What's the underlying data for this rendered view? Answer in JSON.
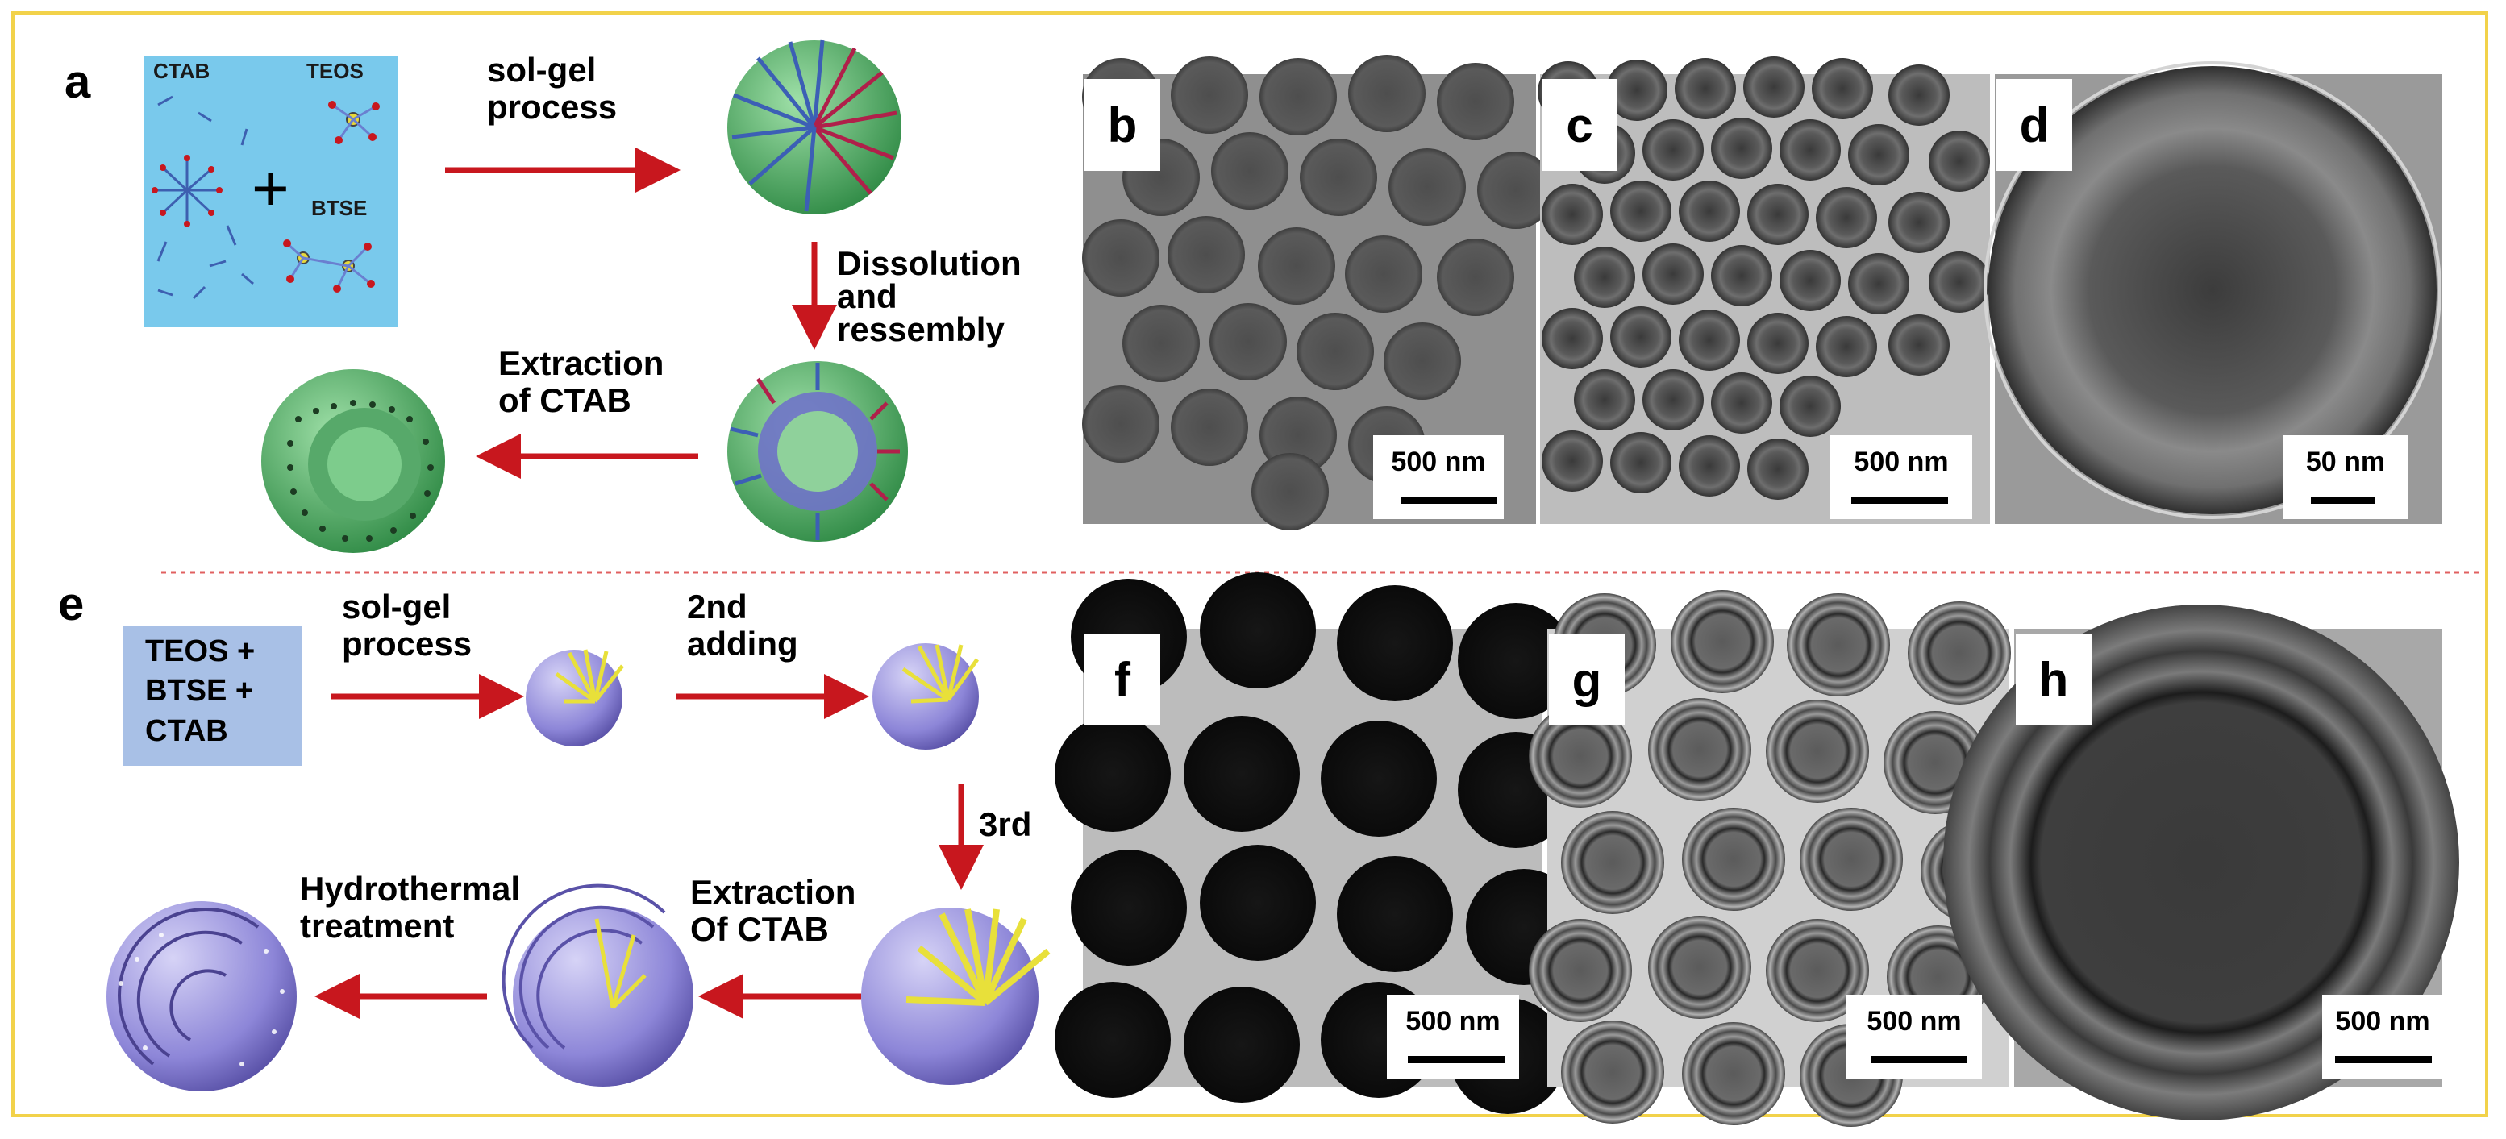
{
  "panel_labels": [
    "a",
    "b",
    "c",
    "d",
    "e",
    "f",
    "g",
    "h"
  ],
  "schemeA": {
    "box_labels": {
      "ctab": "CTAB",
      "teos": "TEOS",
      "btse": "BTSE",
      "plus": "+"
    },
    "step1": "sol-gel\nprocess",
    "step2": "Dissolution\nand\nressembly",
    "step3": "Extraction\nof CTAB"
  },
  "schemeE": {
    "box": "TEOS +\nBTSE +\nCTAB",
    "step1": "sol-gel\nprocess",
    "step2": "2nd\nadding",
    "step3": "3rd",
    "step4": "Extraction\nOf CTAB",
    "step5": "Hydrothermal\ntreatment"
  },
  "scale_bars": {
    "b": "500 nm",
    "c": "500 nm",
    "d": "50 nm",
    "f": "500 nm",
    "g": "500 nm",
    "h": "500 nm"
  },
  "colors": {
    "frame": "#f2d24a",
    "arrow": "#c8171e",
    "divider": "#e06060",
    "blue_box": "#79c9ec",
    "box_e": "#a8c0e6",
    "sphere_green": "#58b56d",
    "sphere_purple": "#8d86d8",
    "rods": "#e8e03a"
  }
}
